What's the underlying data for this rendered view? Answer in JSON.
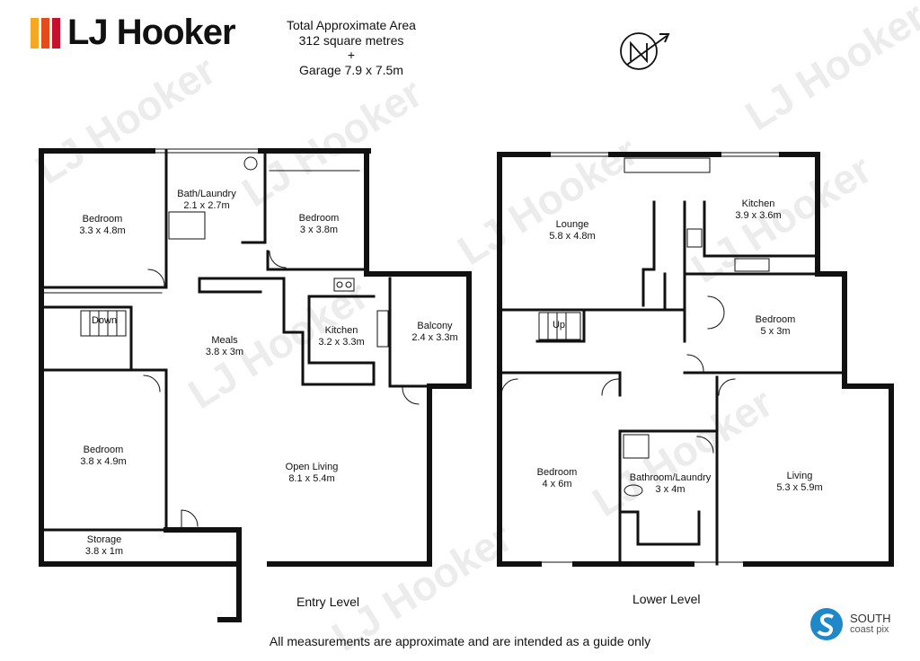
{
  "brand": {
    "name": "LJ Hooker",
    "colors": [
      "#f7a823",
      "#e64b1c",
      "#c8102e"
    ]
  },
  "header": {
    "line1": "Total Approximate Area",
    "line2": "312 square metres",
    "line3": "+",
    "line4": "Garage 7.9 x 7.5m"
  },
  "compass_icon": "north-arrow-icon",
  "entry_level": {
    "label": "Entry Level",
    "rooms": [
      {
        "name": "Bedroom",
        "size": "3.3 x 4.8m"
      },
      {
        "name": "Bath/Laundry",
        "size": "2.1 x 2.7m"
      },
      {
        "name": "Bedroom",
        "size": "3 x 3.8m"
      },
      {
        "name": "Down",
        "size": ""
      },
      {
        "name": "Meals",
        "size": "3.8 x 3m"
      },
      {
        "name": "Kitchen",
        "size": "3.2 x 3.3m"
      },
      {
        "name": "Balcony",
        "size": "2.4 x 3.3m"
      },
      {
        "name": "Bedroom",
        "size": "3.8 x 4.9m"
      },
      {
        "name": "Open Living",
        "size": "8.1 x 5.4m"
      },
      {
        "name": "Storage",
        "size": "3.8 x 1m"
      }
    ]
  },
  "lower_level": {
    "label": "Lower Level",
    "rooms": [
      {
        "name": "Lounge",
        "size": "5.8 x 4.8m"
      },
      {
        "name": "Kitchen",
        "size": "3.9 x 3.6m"
      },
      {
        "name": "Up",
        "size": ""
      },
      {
        "name": "Bedroom",
        "size": "5 x 3m"
      },
      {
        "name": "Bedroom",
        "size": "4 x 6m"
      },
      {
        "name": "Bathroom/Laundry",
        "size": "3 x 4m"
      },
      {
        "name": "Living",
        "size": "5.3 x 5.9m"
      }
    ]
  },
  "footer": "All measurements are approximate and are intended as a guide only",
  "watermark": "LJ Hooker",
  "photographer": {
    "name": "SOUTH",
    "sub": "coast pix",
    "color": "#1e88c8"
  }
}
